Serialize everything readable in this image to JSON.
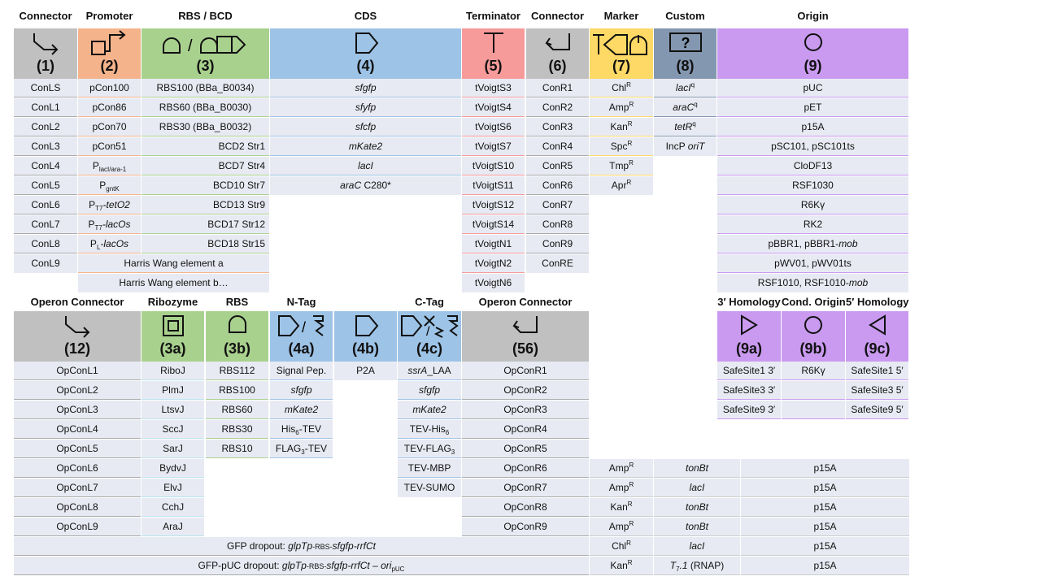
{
  "colors": {
    "grey": "#c0c0c0",
    "orange": "#f5b38b",
    "green": "#a9d18e",
    "blue": "#9dc3e6",
    "red": "#f79a9a",
    "yellow": "#ffd966",
    "slate": "#8497b0",
    "purple": "#c99af0",
    "cell_bg": "#e8eaf3"
  },
  "top": {
    "headers": {
      "connector": "Connector",
      "promoter": "Promoter",
      "rbs_bcd": "RBS / BCD",
      "cds": "CDS",
      "terminator": "Terminator",
      "connector2": "Connector",
      "marker": "Marker",
      "custom": "Custom",
      "origin": "Origin"
    },
    "numbers": {
      "c1": "(1)",
      "c2": "(2)",
      "c3": "(3)",
      "c4": "(4)",
      "c5": "(5)",
      "c6": "(6)",
      "c7": "(7)",
      "c8": "(8)",
      "c9": "(9)"
    },
    "rbs_symbol_sep": "/",
    "custom_symbol": "?",
    "connector": [
      "ConLS",
      "ConL1",
      "ConL2",
      "ConL3",
      "ConL4",
      "ConL5",
      "ConL6",
      "ConL7",
      "ConL8",
      "ConL9"
    ],
    "promoter": {
      "p0": "pCon100",
      "p1": "pCon86",
      "p2": "pCon70",
      "p3": "pCon51",
      "p4_main": "P",
      "p4_sub": "lacI/ara-1",
      "p5_main": "P",
      "p5_sub": "gntK",
      "p6_main": "P",
      "p6_sub": "T7",
      "p6_tail": "-tetO2",
      "p7_main": "P",
      "p7_sub": "T7",
      "p7_tail": "-lacOs",
      "p8_main": "P",
      "p8_sub": "L",
      "p8_tail": "-lacOs"
    },
    "rbs_bcd": [
      "RBS100 (BBa_B0034)",
      "RBS60 (BBa_B0030)",
      "RBS30 (BBa_B0032)",
      "BCD2 Str1",
      "BCD7 Str4",
      "BCD10 Str7",
      "BCD13 Str9",
      "BCD17 Str12",
      "BCD18 Str15"
    ],
    "harris_a": "Harris Wang element a",
    "harris_b": "Harris Wang element b…",
    "cds": [
      "sfgfp",
      "sfyfp",
      "sfcfp",
      "mKate2",
      "lacI"
    ],
    "cds_arac_italic": "araC",
    "cds_arac_rest": " C280*",
    "terminator": [
      "tVoigtS3",
      "tVoigtS4",
      "tVoigtS6",
      "tVoigtS7",
      "tVoigtS10",
      "tVoigtS11",
      "tVoigtS12",
      "tVoigtS14",
      "tVoigtN1",
      "tVoigtN2",
      "tVoigtN6"
    ],
    "connector2": [
      "ConR1",
      "ConR2",
      "ConR3",
      "ConR4",
      "ConR5",
      "ConR6",
      "ConR7",
      "ConR8",
      "ConR9",
      "ConRE"
    ],
    "marker": {
      "m0": "Chl",
      "m0_sup": "R",
      "m1": "Amp",
      "m1_sup": "R",
      "m2": "Kan",
      "m2_sup": "R",
      "m3": "Spc",
      "m3_sup": "R",
      "m4": "Tmp",
      "m4_sup": "R",
      "m5": "Apr",
      "m5_sup": "R"
    },
    "custom": {
      "c0": "lacI",
      "c0_sup": "q",
      "c1": "araC",
      "c1_sup": "q",
      "c2": "tetR",
      "c2_sup": "q",
      "c3_pre": "IncP ",
      "c3_it": "oriT"
    },
    "origin": {
      "o0": "pUC",
      "o1": "pET",
      "o2": "p15A",
      "o3": "pSC101, pSC101ts",
      "o4": "CloDF13",
      "o5": "RSF1030",
      "o6": "R6Kγ",
      "o7": "RK2",
      "o8_pre": "pBBR1, pBBR1-",
      "o8_it": "mob",
      "o9": "pWV01, pWV01ts",
      "o10_pre": "RSF1010, RSF1010-",
      "o10_it": "mob"
    }
  },
  "bottom": {
    "headers": {
      "operon_connector": "Operon Connector",
      "ribozyme": "Ribozyme",
      "rbs": "RBS",
      "ntag": "N-Tag",
      "ctag": "C-Tag",
      "operon_connector2": "Operon Connector",
      "homology3": "3′ Homology",
      "cond_origin": "Cond. Origin",
      "homology5": "5′ Homology"
    },
    "numbers": {
      "c12": "(12)",
      "c3a": "(3a)",
      "c3b": "(3b)",
      "c4a": "(4a)",
      "c4b": "(4b)",
      "c4c": "(4c)",
      "c56": "(56)",
      "c9a": "(9a)",
      "c9b": "(9b)",
      "c9c": "(9c)"
    },
    "tag_sep": "/",
    "opconl": [
      "OpConL1",
      "OpConL2",
      "OpConL3",
      "OpConL4",
      "OpConL5",
      "OpConL6",
      "OpConL7",
      "OpConL8",
      "OpConL9"
    ],
    "ribozyme": [
      "RiboJ",
      "PlmJ",
      "LtsvJ",
      "SccJ",
      "SarJ",
      "BydvJ",
      "ElvJ",
      "CchJ",
      "AraJ"
    ],
    "rbs": [
      "RBS112",
      "RBS100",
      "RBS60",
      "RBS30",
      "RBS10"
    ],
    "ntag": {
      "n0": "Signal Pep.",
      "n1": "sfgfp",
      "n2": "mKate2",
      "n3_a": "His",
      "n3_sub": "6",
      "n3_b": "-TEV",
      "n4_a": "FLAG",
      "n4_sub": "3",
      "n4_b": "-TEV"
    },
    "c4b": "P2A",
    "ctag": {
      "t0_it": "ssrA",
      "t0_rest": "_LAA",
      "t1": "sfgfp",
      "t2": "mKate2",
      "t3_a": "TEV-His",
      "t3_sub": "6",
      "t4_a": "TEV-FLAG",
      "t4_sub": "3",
      "t5": "TEV-MBP",
      "t6": "TEV-SUMO"
    },
    "opconr": [
      "OpConR1",
      "OpConR2",
      "OpConR3",
      "OpConR4",
      "OpConR5",
      "OpConR6",
      "OpConR7",
      "OpConR8",
      "OpConR9"
    ],
    "homology3": [
      "SafeSite1 3′",
      "SafeSite3 3′",
      "SafeSite9 3′"
    ],
    "cond_origin": [
      "R6Kγ"
    ],
    "homology5": [
      "SafeSite1 5′",
      "SafeSite3 5′",
      "SafeSite9 5′"
    ],
    "gfp_dropout_pre": "GFP dropout: ",
    "gfp_dropout_it1": "glpTp",
    "gfp_dropout_sc": "-RBS-",
    "gfp_dropout_it2": "sfgfp-rrfCt",
    "gfppuc_pre": "GFP-pUC dropout: ",
    "gfppuc_it1": "glpTp",
    "gfppuc_sc": "-RBS-",
    "gfppuc_it2": "sfgfp-rrfCt",
    "gfppuc_mid": " – ",
    "gfppuc_it3": "ori",
    "gfppuc_sub": "pUC",
    "vectors": [
      {
        "marker": "Amp",
        "sup": "R",
        "gene_it": "tonBt",
        "gene_pre": "",
        "gene_post": "",
        "origin": "p15A"
      },
      {
        "marker": "Amp",
        "sup": "R",
        "gene_it": "lacI",
        "gene_pre": "",
        "gene_post": "",
        "origin": "p15A"
      },
      {
        "marker": "Kan",
        "sup": "R",
        "gene_it": "tonBt",
        "gene_pre": "",
        "gene_post": "",
        "origin": "p15A"
      },
      {
        "marker": "Amp",
        "sup": "R",
        "gene_it": "tonBt",
        "gene_pre": "",
        "gene_post": "",
        "origin": "p15A"
      },
      {
        "marker": "Chl",
        "sup": "R",
        "gene_it": "lacI",
        "gene_pre": "",
        "gene_post": "",
        "origin": "p15A"
      },
      {
        "marker": "Kan",
        "sup": "R",
        "gene_it": "T",
        "gene_sub": "7",
        "gene_it2": ".1",
        "gene_post": " (RNAP)",
        "origin": "p15A"
      }
    ]
  }
}
